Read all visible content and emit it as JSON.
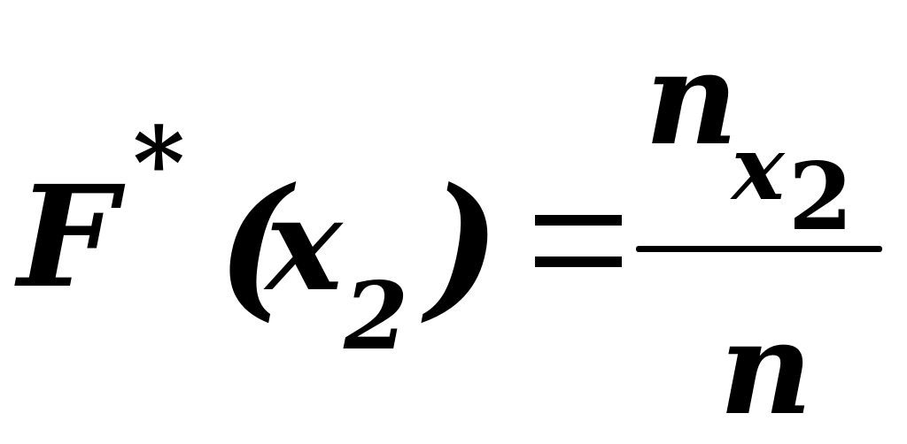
{
  "formula": {
    "function_name": "F",
    "superscript": "*",
    "open_paren": "(",
    "argument_var": "x",
    "argument_sub": "2",
    "close_paren": ")",
    "numerator_var": "n",
    "numerator_sub_var": "x",
    "numerator_sub_sub": "2",
    "denominator_var": "n"
  }
}
